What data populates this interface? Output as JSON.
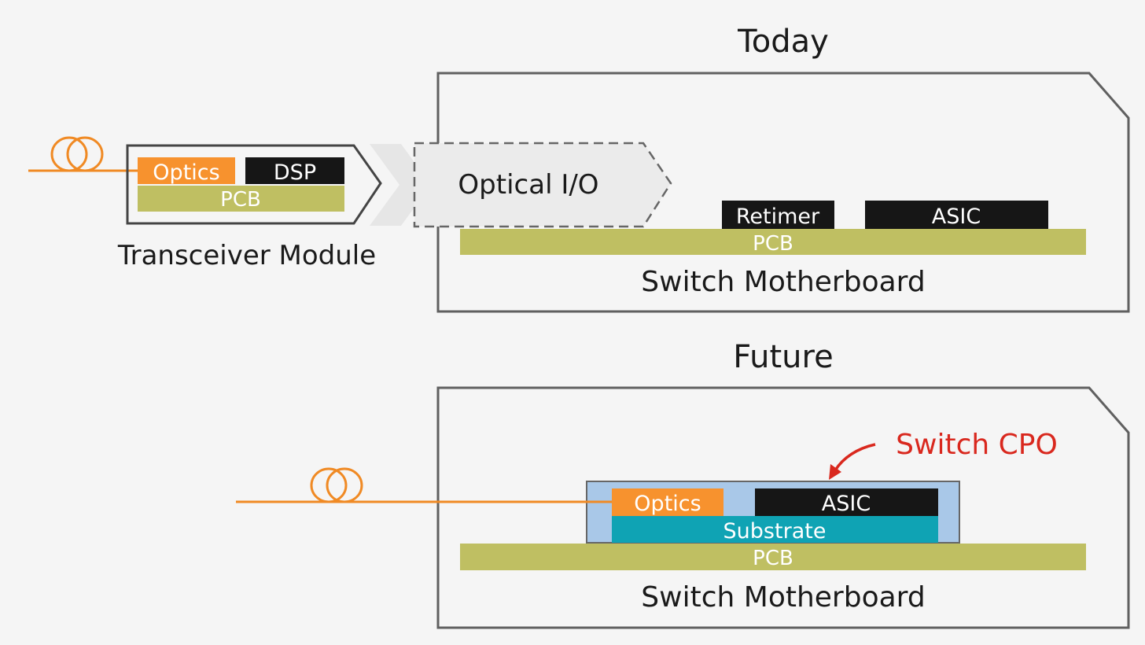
{
  "today": {
    "heading": "Today",
    "module_label": "Transceiver Module",
    "optics": "Optics",
    "dsp": "DSP",
    "module_pcb": "PCB",
    "optical_io": "Optical I/O",
    "retimer": "Retimer",
    "asic": "ASIC",
    "board_pcb": "PCB",
    "board_label": "Switch Motherboard"
  },
  "future": {
    "heading": "Future",
    "cpo_callout": "Switch CPO",
    "optics": "Optics",
    "asic": "ASIC",
    "substrate": "Substrate",
    "board_pcb": "PCB",
    "board_label": "Switch Motherboard"
  },
  "colors": {
    "optics": "#f7922e",
    "chip": "#161616",
    "pcb": "#bfbf62",
    "substrate": "#0fa3b4",
    "package": "#a9c8e8",
    "fiber": "#f08a24",
    "callout": "#d9281e",
    "outline": "#606060"
  }
}
